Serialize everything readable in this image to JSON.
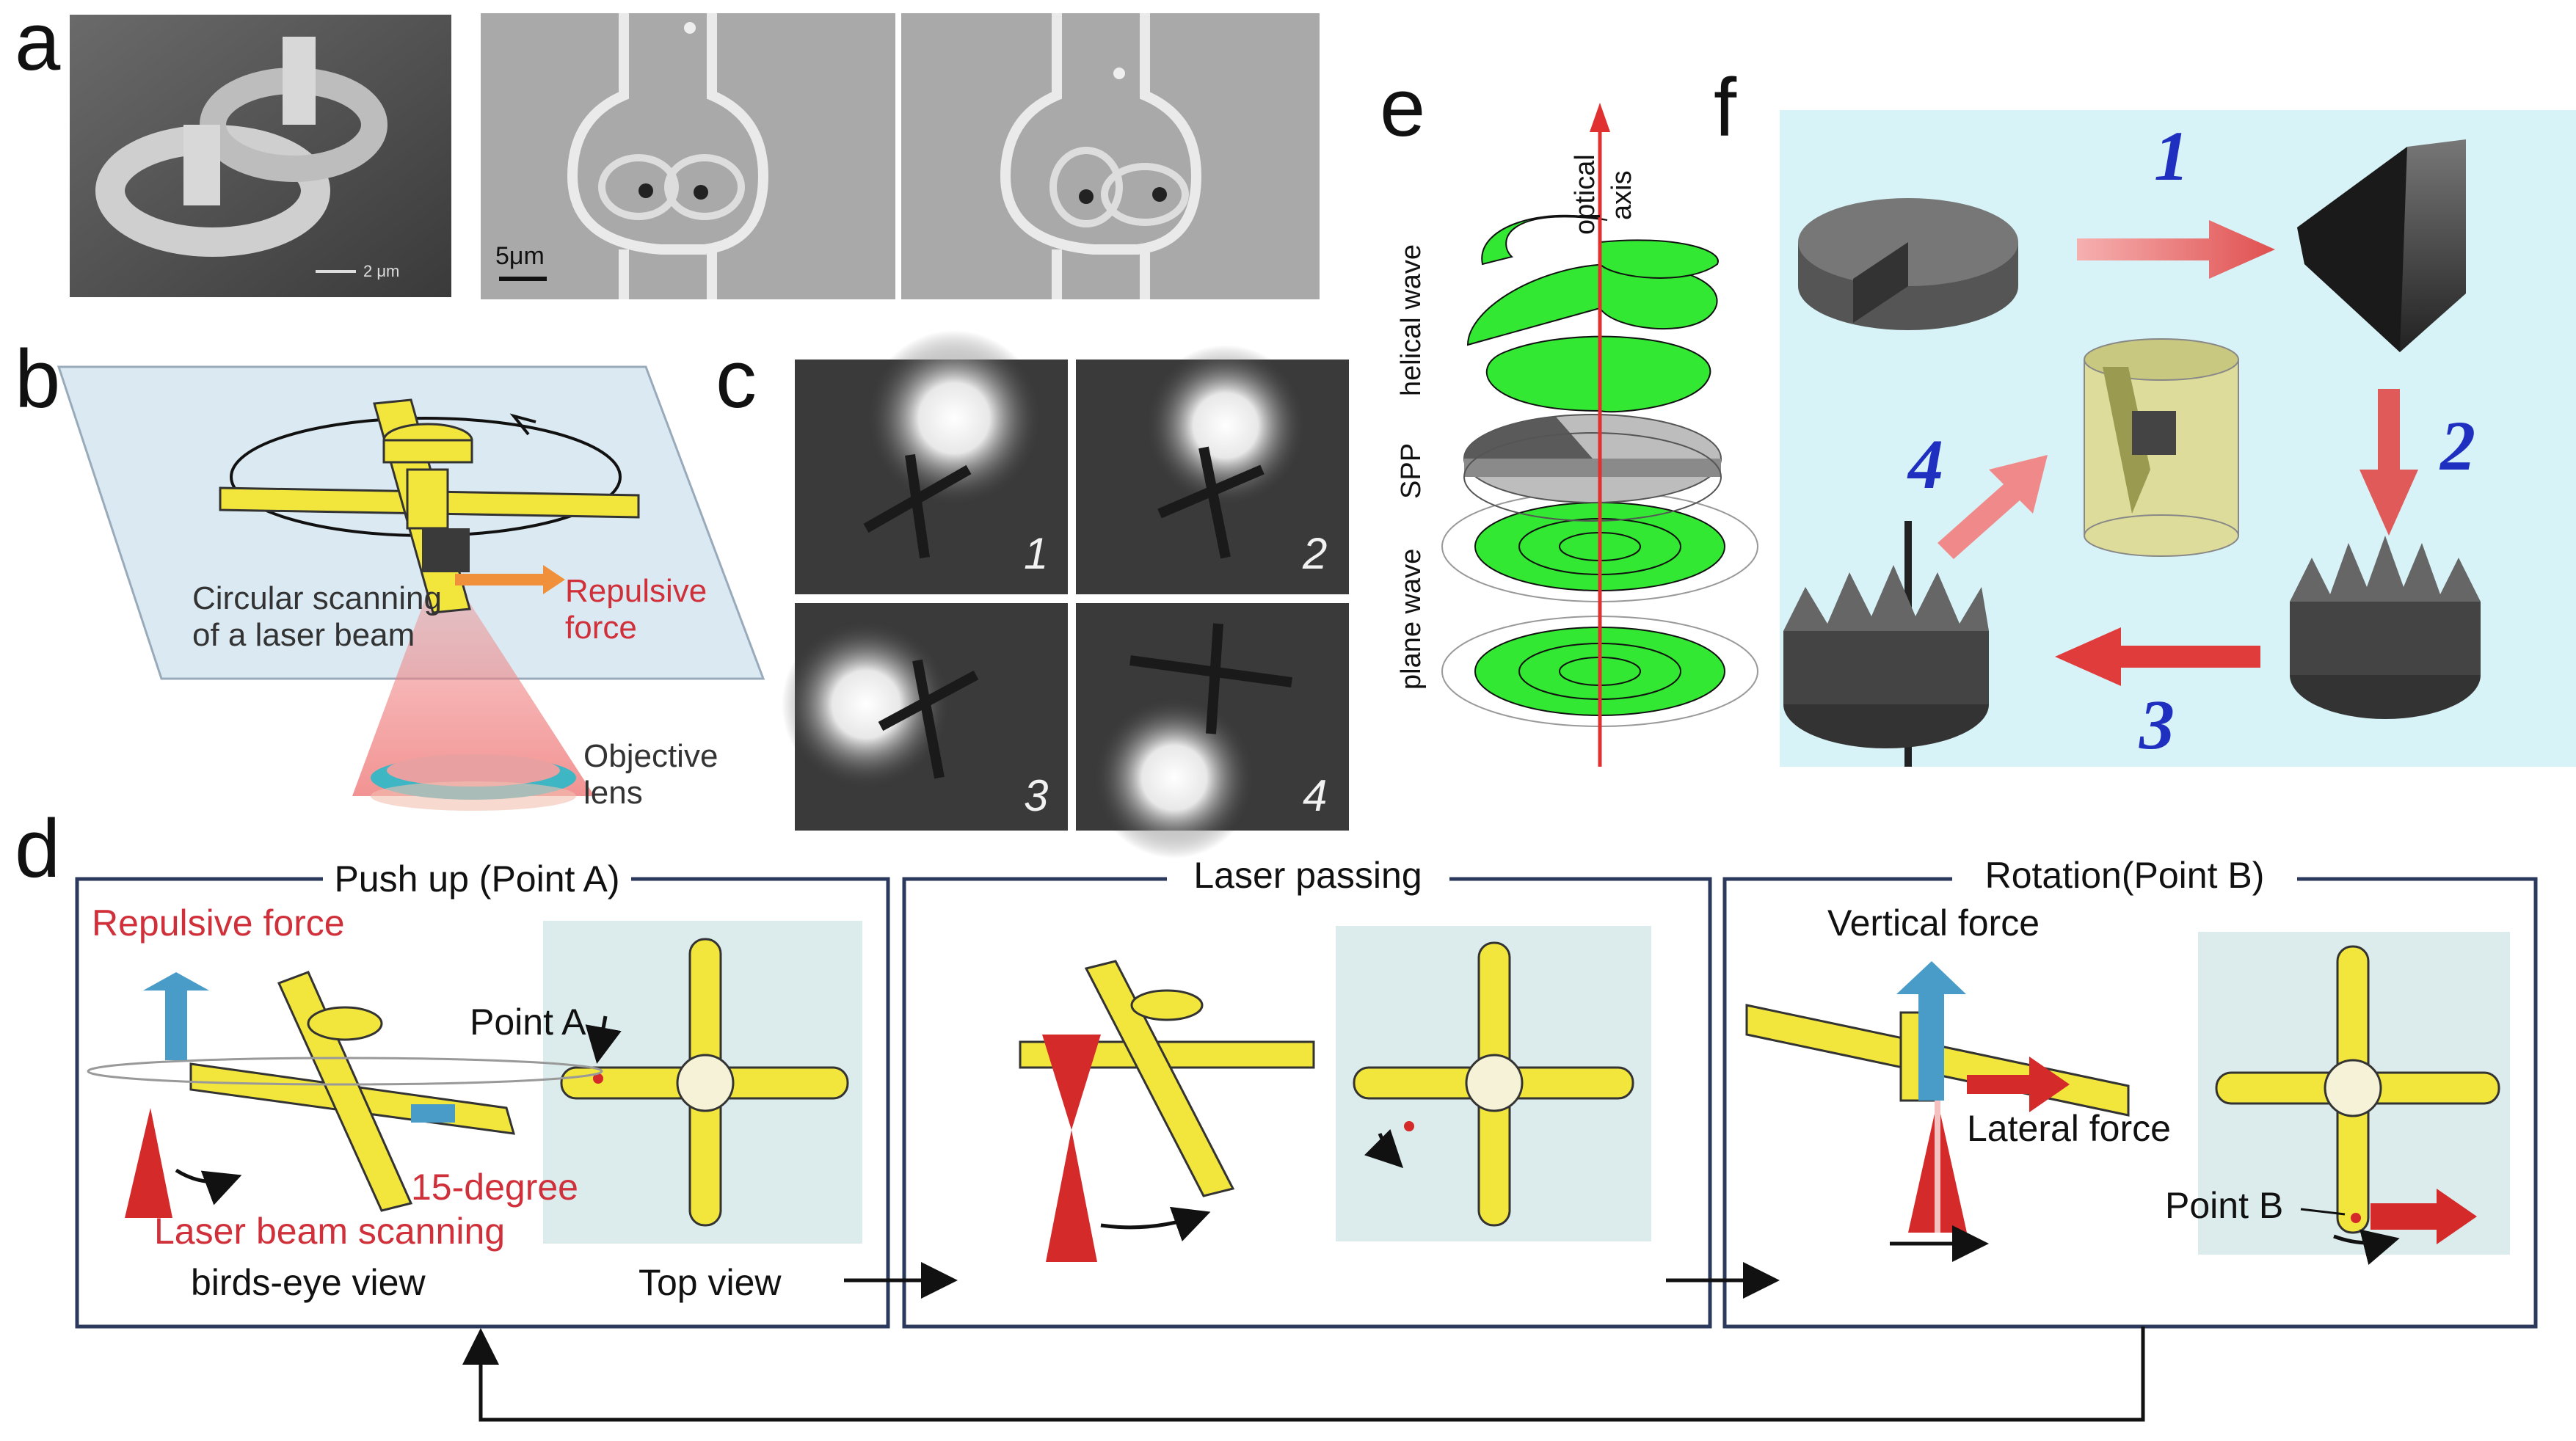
{
  "panels": {
    "a": {
      "letter": "a",
      "sem_scale": "2 μm",
      "optical_scale": "5μm"
    },
    "b": {
      "letter": "b",
      "scan_label_line1": "Circular scanning",
      "scan_label_line2": "of a laser beam",
      "force_label_line1": "Repulsive",
      "force_label_line2": "force",
      "lens_label_line1": "Objective",
      "lens_label_line2": "lens"
    },
    "c": {
      "letter": "c",
      "frames": [
        "1",
        "2",
        "3",
        "4"
      ]
    },
    "d": {
      "letter": "d",
      "box1": {
        "title": "Push up (Point A)",
        "repulsive": "Repulsive force",
        "point": "Point A",
        "angle": "15-degree",
        "scanning": "Laser beam scanning",
        "birds_eye": "birds-eye view",
        "top_view": "Top view"
      },
      "box2": {
        "title": "Laser passing"
      },
      "box3": {
        "title": "Rotation(Point B)",
        "vertical": "Vertical force",
        "lateral": "Lateral force",
        "point": "Point B"
      }
    },
    "e": {
      "letter": "e",
      "axis_line1": "optical",
      "axis_line2": "axis",
      "helical": "helical wave",
      "spp": "SPP",
      "plane": "plane wave"
    },
    "f": {
      "letter": "f",
      "steps": [
        "1",
        "2",
        "3",
        "4"
      ]
    }
  },
  "colors": {
    "yellow": "#f2e63c",
    "red_arrow": "#d42a2a",
    "blue_arrow": "#4a9cc8",
    "box_border": "#2b3a5c",
    "panel_bg": "#dcecec",
    "green": "#32e832",
    "f_bg": "#d8f3f7",
    "step_blue": "#1f2fc0"
  }
}
